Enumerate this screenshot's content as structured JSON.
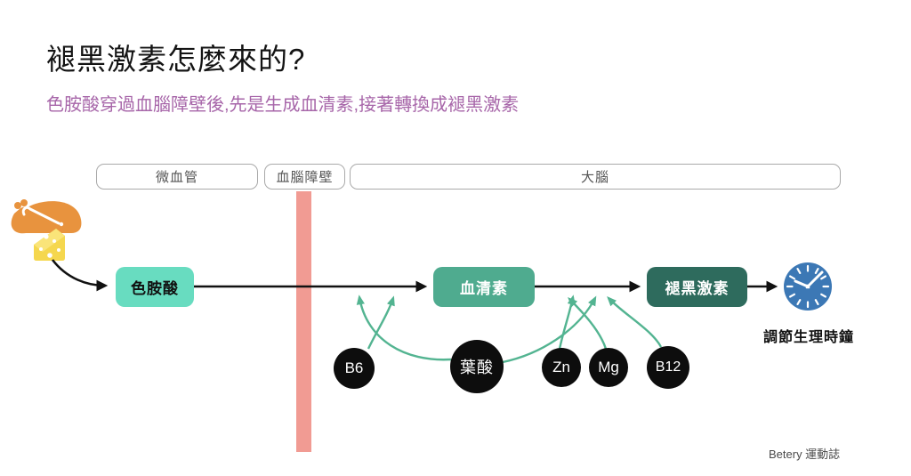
{
  "title": "褪黑激素怎麼來的?",
  "subtitle": "色胺酸穿過血腦障壁後,先是生成血清素,接著轉換成褪黑激素",
  "regions": {
    "capillary": "微血管",
    "barrier": "血腦障壁",
    "brain": "大腦"
  },
  "nodes": {
    "tryptophan": "色胺酸",
    "serotonin": "血清素",
    "melatonin": "褪黑激素"
  },
  "cofactors": [
    {
      "label": "B6"
    },
    {
      "label": "葉酸"
    },
    {
      "label": "Zn"
    },
    {
      "label": "Mg"
    },
    {
      "label": "B12"
    }
  ],
  "outcome": "調節生理時鐘",
  "credit": "Betery 運動誌",
  "icons": {
    "turkey": "turkey-icon",
    "drumstick": "drumstick-icon",
    "cheese": "cheese-icon",
    "clock": "clock-icon"
  },
  "colors": {
    "node_tryptophan": "#68DCC0",
    "node_serotonin": "#4FAB8F",
    "node_melatonin": "#2E6B5D",
    "barrier_bar": "#F19B93",
    "cofactor_arrow": "#53B491",
    "clock_blue": "#3C78B5",
    "subtitle_purple": "#A766A9",
    "cofactor_circle": "#0D0D0D"
  }
}
